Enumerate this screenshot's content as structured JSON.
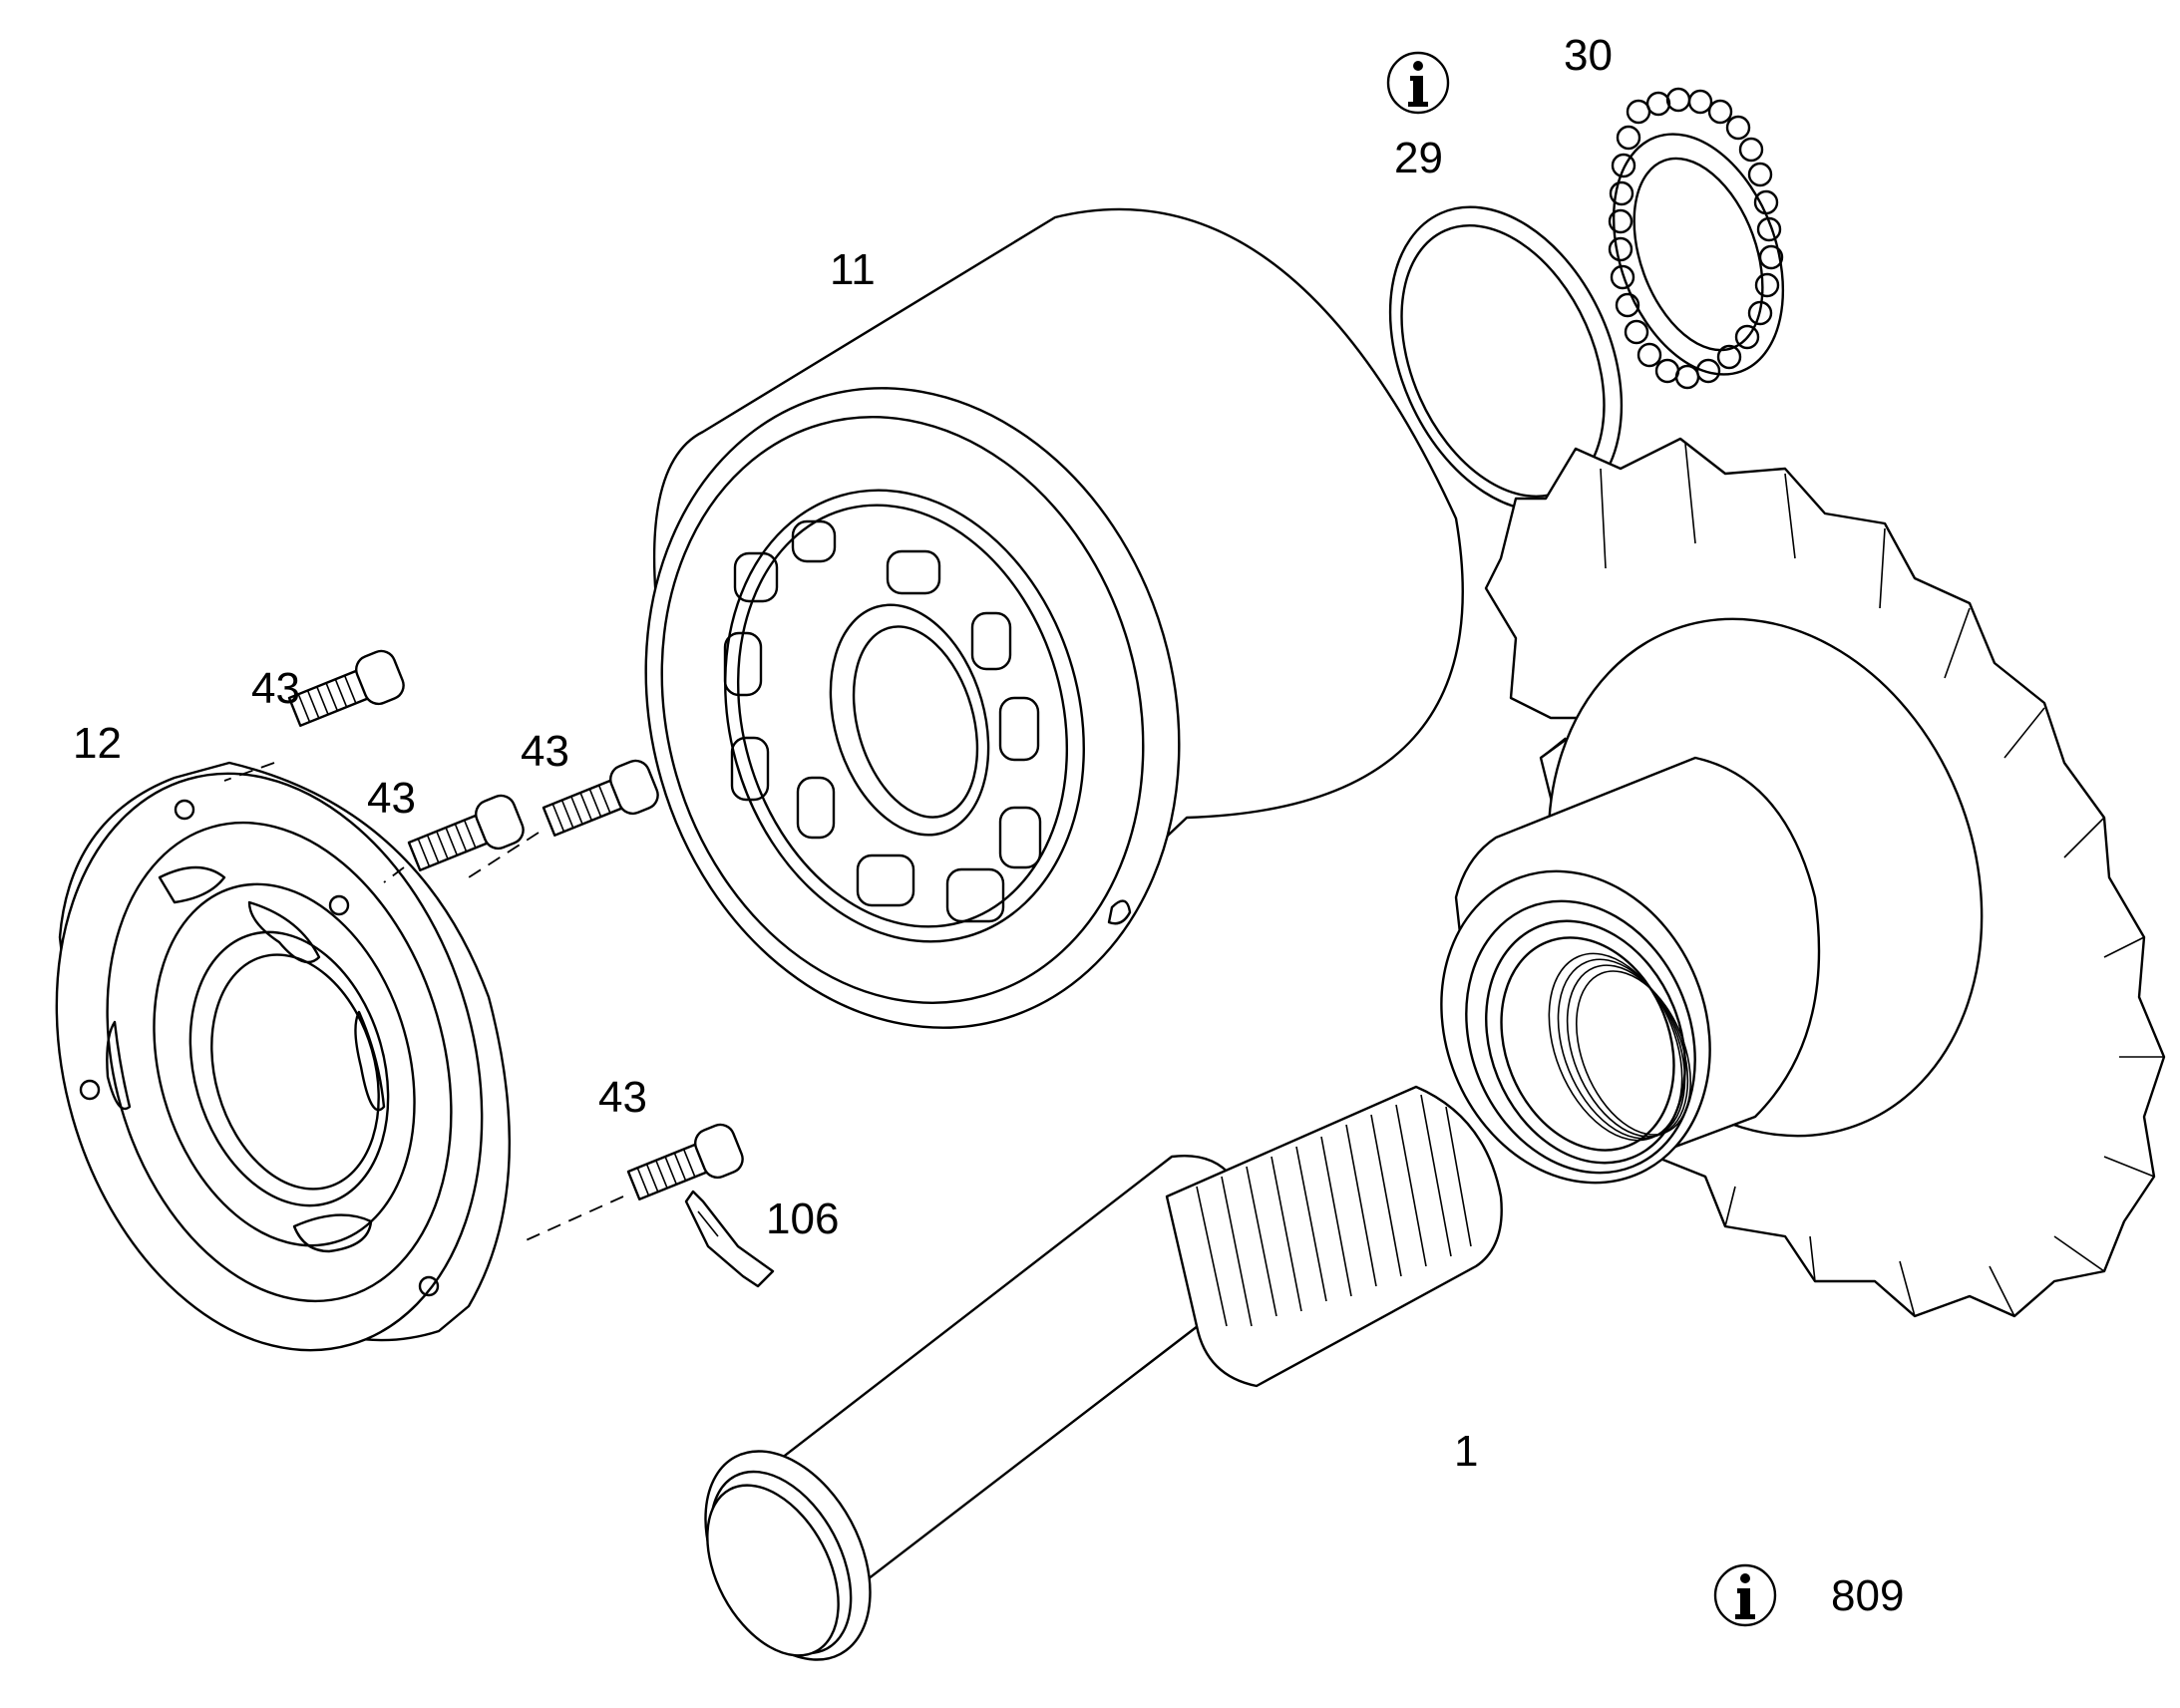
{
  "callouts": {
    "shaft": "1",
    "cylinder_block": "11",
    "valve_plate": "12",
    "ring": "29",
    "spring_set": "30",
    "screw_a": "43",
    "screw_b": "43",
    "screw_c": "43",
    "screw_d": "43",
    "adhesive": "106",
    "info_reference": "809"
  },
  "icons": {
    "info_top": "info-icon",
    "info_bottom": "info-icon"
  },
  "colors": {
    "line": "#000000",
    "background": "#ffffff"
  }
}
